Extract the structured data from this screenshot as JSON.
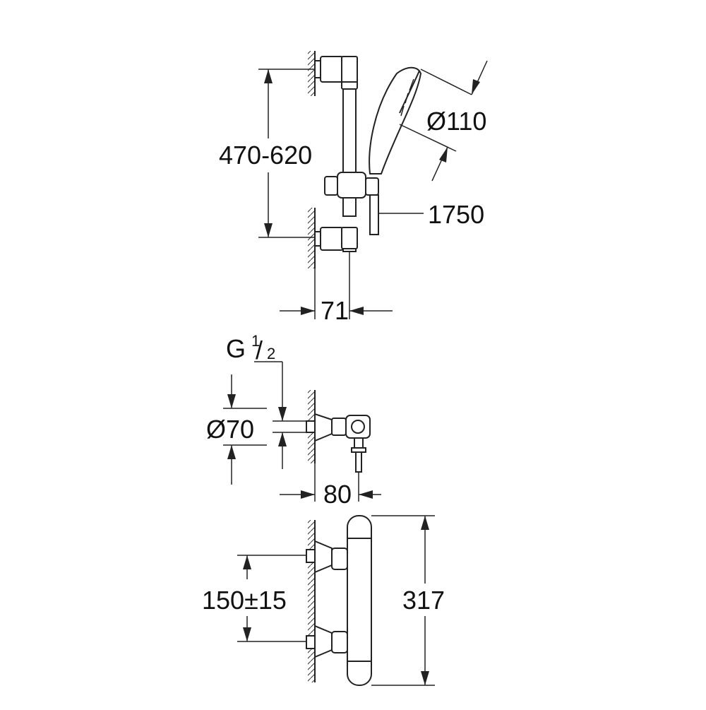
{
  "dimensions": {
    "rail_height": "470-620",
    "handshower_diameter": "Ø110",
    "hose_length": "1750",
    "rail_wall_offset": "71",
    "thread_prefix": "G",
    "thread_numerator": "1",
    "thread_slash": "/",
    "thread_denominator": "2",
    "escutcheon_diameter": "Ø70",
    "mixer_wall_offset": "80",
    "inlet_centers": "150±15",
    "mixer_height": "317"
  }
}
